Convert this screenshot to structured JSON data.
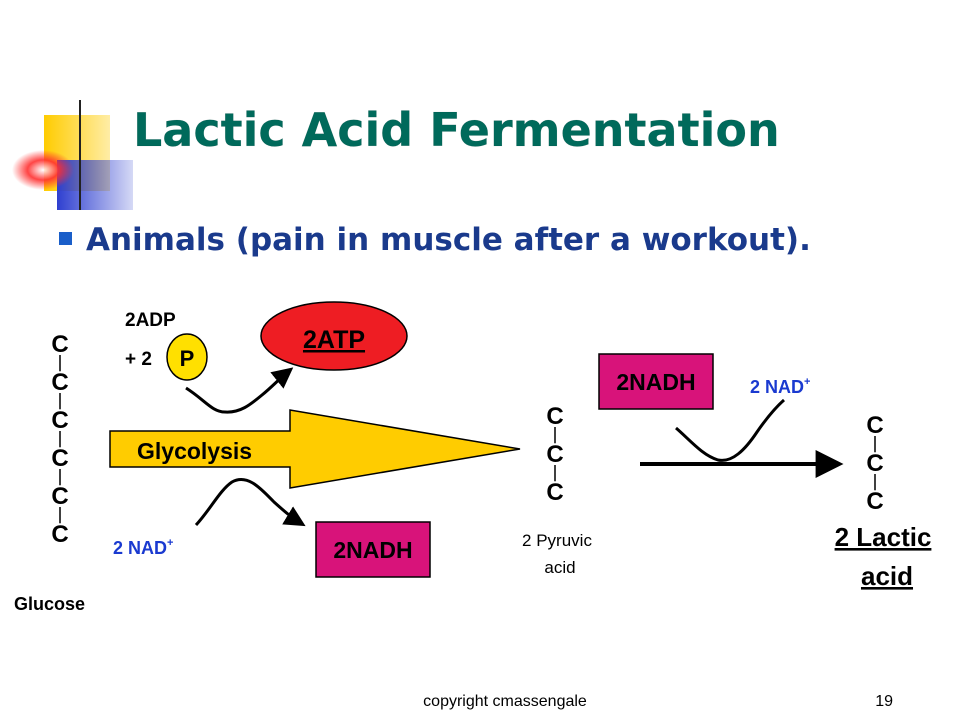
{
  "slide": {
    "title": "Lactic Acid Fermentation",
    "bullet": "Animals (pain in muscle after a workout).",
    "footer": "copyright cmassengale",
    "page_number": "19"
  },
  "colors": {
    "title": "#006a5b",
    "bullet_text": "#1a3a8c",
    "bullet_marker": "#1a5ec9",
    "atp_fill": "#ee1d23",
    "nadh_fill": "#d8137a",
    "glycolysis_fill": "#ffcc00",
    "phosphate_fill": "#ffe000",
    "deco_yellow": "#ffcc00",
    "deco_blue": "#2e3fd0",
    "deco_red": "#ff3030"
  },
  "diagram": {
    "glucose_carbons": [
      "C",
      "C",
      "C",
      "C",
      "C",
      "C"
    ],
    "glucose_label": "Glucose",
    "adp_line1": "2ADP",
    "adp_line2": "+ 2",
    "phosphate_symbol": "P",
    "atp_label": "2ATP",
    "glycolysis_label": "Glycolysis",
    "nad_in_text": "2 NAD",
    "nad_in_sup": "+",
    "nadh_out_label": "2NADH",
    "pyruvic_carbons": [
      "C",
      "C",
      "C"
    ],
    "pyruvic_line1": "2 Pyruvic",
    "pyruvic_line2": "acid",
    "nadh_in_label": "2NADH",
    "nad_out_text": "2 NAD",
    "nad_out_sup": "+",
    "lactic_carbons": [
      "C",
      "C",
      "C"
    ],
    "lactic_line1": "2 Lactic",
    "lactic_line2": "acid"
  }
}
